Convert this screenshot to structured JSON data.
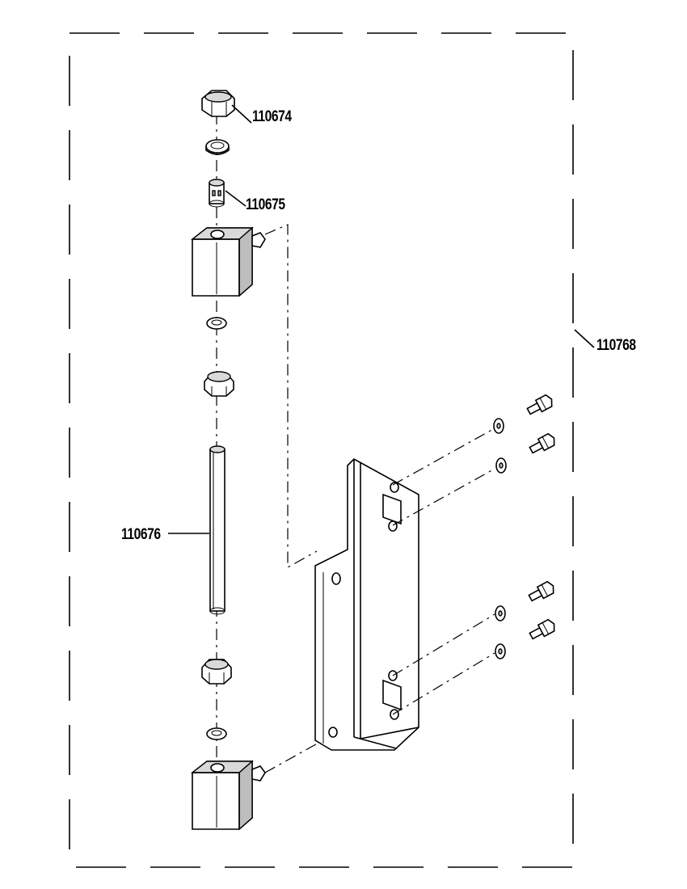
{
  "callouts": {
    "plug": "110674",
    "insert": "110675",
    "assembly": "110768",
    "tube": "110676"
  }
}
